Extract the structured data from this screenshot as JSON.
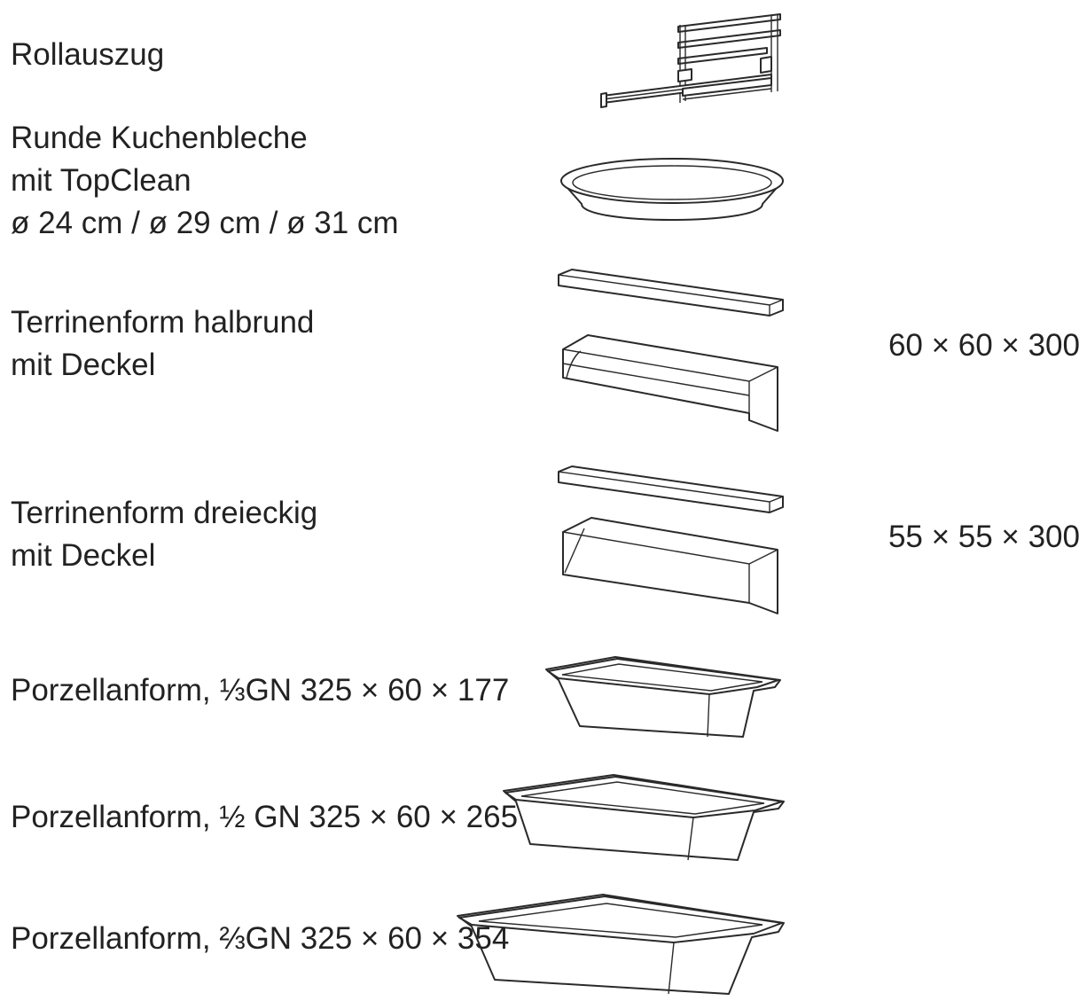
{
  "items": [
    {
      "name": "Rollauszug",
      "lines": [
        "Rollauszug"
      ],
      "dims": ""
    },
    {
      "name": "Runde Kuchenbleche",
      "lines": [
        "Runde Kuchenbleche",
        "mit TopClean",
        "ø 24 cm / ø 29 cm / ø 31 cm"
      ],
      "dims": ""
    },
    {
      "name": "Terrinenform halbrund",
      "lines": [
        "Terrinenform halbrund",
        "mit Deckel"
      ],
      "dims": "60 × 60 × 300"
    },
    {
      "name": "Terrinenform dreieckig",
      "lines": [
        "Terrinenform dreieckig",
        "mit Deckel"
      ],
      "dims": "55 × 55 × 300"
    },
    {
      "name": "Porzellanform 1/3",
      "prefix": "Porzellanform,",
      "fraction": "⅓",
      "spec": "GN 325 × 60 × 177"
    },
    {
      "name": "Porzellanform 1/2",
      "prefix": "Porzellanform,",
      "fraction": "½",
      "spec": "GN 325 × 60 × 265"
    },
    {
      "name": "Porzellanform 2/3",
      "prefix": "Porzellanform,",
      "fraction": "⅔",
      "spec": "GN 325 × 60 × 354"
    }
  ],
  "icons": [
    "telescopic-rail-icon",
    "round-baking-tray-icon",
    "half-round-terrine-icon",
    "triangular-terrine-icon",
    "porcelain-dish-third-icon",
    "porcelain-dish-half-icon",
    "porcelain-dish-two-thirds-icon"
  ]
}
